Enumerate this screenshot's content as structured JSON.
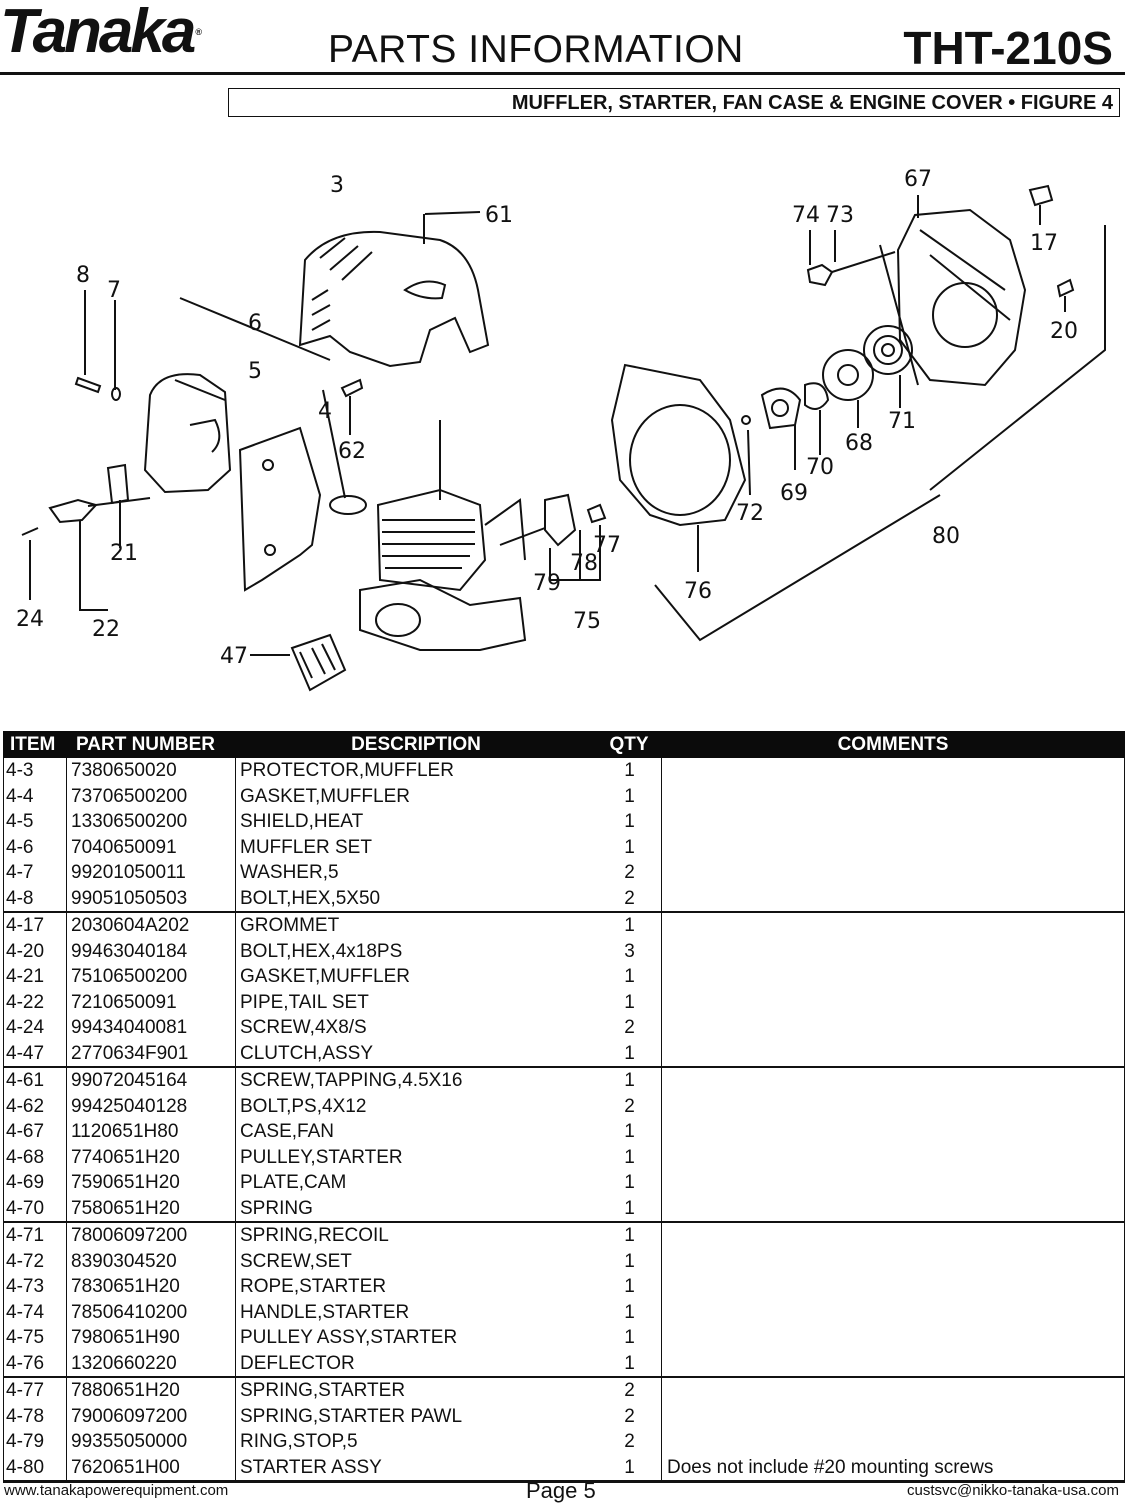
{
  "header": {
    "brand": "Tanaka",
    "title": "PARTS INFORMATION",
    "model": "THT-210S",
    "figure_caption": "MUFFLER, STARTER, FAN CASE & ENGINE COVER  •  FIGURE 4"
  },
  "diagram": {
    "callouts": [
      "3",
      "61",
      "8",
      "7",
      "6",
      "5",
      "4",
      "62",
      "74",
      "73",
      "67",
      "17",
      "20",
      "71",
      "68",
      "70",
      "69",
      "72",
      "80",
      "77",
      "78",
      "79",
      "75",
      "76",
      "21",
      "22",
      "24",
      "47"
    ]
  },
  "table": {
    "headers": {
      "item": "ITEM",
      "part": "PART NUMBER",
      "desc": "DESCRIPTION",
      "qty": "QTY",
      "comments": "COMMENTS"
    },
    "groups": [
      [
        {
          "item": "4-3",
          "part": "7380650020",
          "desc": "PROTECTOR,MUFFLER",
          "qty": "1",
          "comment": ""
        },
        {
          "item": "4-4",
          "part": "73706500200",
          "desc": "GASKET,MUFFLER",
          "qty": "1",
          "comment": ""
        },
        {
          "item": "4-5",
          "part": "13306500200",
          "desc": "SHIELD,HEAT",
          "qty": "1",
          "comment": ""
        },
        {
          "item": "4-6",
          "part": "7040650091",
          "desc": "MUFFLER SET",
          "qty": "1",
          "comment": ""
        },
        {
          "item": "4-7",
          "part": "99201050011",
          "desc": "WASHER,5",
          "qty": "2",
          "comment": ""
        },
        {
          "item": "4-8",
          "part": "99051050503",
          "desc": "BOLT,HEX,5X50",
          "qty": "2",
          "comment": ""
        }
      ],
      [
        {
          "item": "4-17",
          "part": "2030604A202",
          "desc": "GROMMET",
          "qty": "1",
          "comment": ""
        },
        {
          "item": "4-20",
          "part": "99463040184",
          "desc": "BOLT,HEX,4x18PS",
          "qty": "3",
          "comment": ""
        },
        {
          "item": "4-21",
          "part": "75106500200",
          "desc": "GASKET,MUFFLER",
          "qty": "1",
          "comment": ""
        },
        {
          "item": "4-22",
          "part": "7210650091",
          "desc": "PIPE,TAIL SET",
          "qty": "1",
          "comment": ""
        },
        {
          "item": "4-24",
          "part": "99434040081",
          "desc": "SCREW,4X8/S",
          "qty": "2",
          "comment": ""
        },
        {
          "item": "4-47",
          "part": "2770634F901",
          "desc": "CLUTCH,ASSY",
          "qty": "1",
          "comment": ""
        }
      ],
      [
        {
          "item": "4-61",
          "part": "99072045164",
          "desc": "SCREW,TAPPING,4.5X16",
          "qty": "1",
          "comment": ""
        },
        {
          "item": "4-62",
          "part": "99425040128",
          "desc": "BOLT,PS,4X12",
          "qty": "2",
          "comment": ""
        },
        {
          "item": "4-67",
          "part": "1120651H80",
          "desc": "CASE,FAN",
          "qty": "1",
          "comment": ""
        },
        {
          "item": "4-68",
          "part": "7740651H20",
          "desc": "PULLEY,STARTER",
          "qty": "1",
          "comment": ""
        },
        {
          "item": "4-69",
          "part": "7590651H20",
          "desc": "PLATE,CAM",
          "qty": "1",
          "comment": ""
        },
        {
          "item": "4-70",
          "part": "7580651H20",
          "desc": "SPRING",
          "qty": "1",
          "comment": ""
        }
      ],
      [
        {
          "item": "4-71",
          "part": "78006097200",
          "desc": "SPRING,RECOIL",
          "qty": "1",
          "comment": ""
        },
        {
          "item": "4-72",
          "part": "8390304520",
          "desc": "SCREW,SET",
          "qty": "1",
          "comment": ""
        },
        {
          "item": "4-73",
          "part": "7830651H20",
          "desc": "ROPE,STARTER",
          "qty": "1",
          "comment": ""
        },
        {
          "item": "4-74",
          "part": "78506410200",
          "desc": "HANDLE,STARTER",
          "qty": "1",
          "comment": ""
        },
        {
          "item": "4-75",
          "part": "7980651H90",
          "desc": "PULLEY ASSY,STARTER",
          "qty": "1",
          "comment": ""
        },
        {
          "item": "4-76",
          "part": "1320660220",
          "desc": "DEFLECTOR",
          "qty": "1",
          "comment": ""
        }
      ],
      [
        {
          "item": "4-77",
          "part": "7880651H20",
          "desc": "SPRING,STARTER",
          "qty": "2",
          "comment": ""
        },
        {
          "item": "4-78",
          "part": "79006097200",
          "desc": "SPRING,STARTER PAWL",
          "qty": "2",
          "comment": ""
        },
        {
          "item": "4-79",
          "part": "99355050000",
          "desc": "RING,STOP,5",
          "qty": "2",
          "comment": ""
        },
        {
          "item": "4-80",
          "part": "7620651H00",
          "desc": "STARTER ASSY",
          "qty": "1",
          "comment": "Does not include #20 mounting screws"
        }
      ]
    ]
  },
  "footer": {
    "website": "www.tanakapowerequipment.com",
    "page": "Page 5",
    "email": "custsvc@nikko-tanaka-usa.com"
  }
}
